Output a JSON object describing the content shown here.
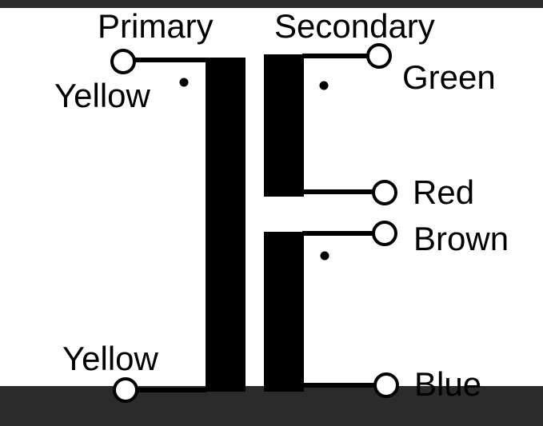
{
  "diagram": {
    "colors": {
      "frame": "#2b2b2b",
      "paper": "#ffffff",
      "ink": "#000000"
    },
    "labels": {
      "primary": "Primary",
      "secondary": "Secondary",
      "primary_top_wire": "Yellow",
      "primary_bottom_wire": "Yellow",
      "sec1_top_wire": "Green",
      "sec1_bottom_wire": "Red",
      "sec2_top_wire": "Brown",
      "sec2_bottom_wire": "Blue"
    }
  }
}
